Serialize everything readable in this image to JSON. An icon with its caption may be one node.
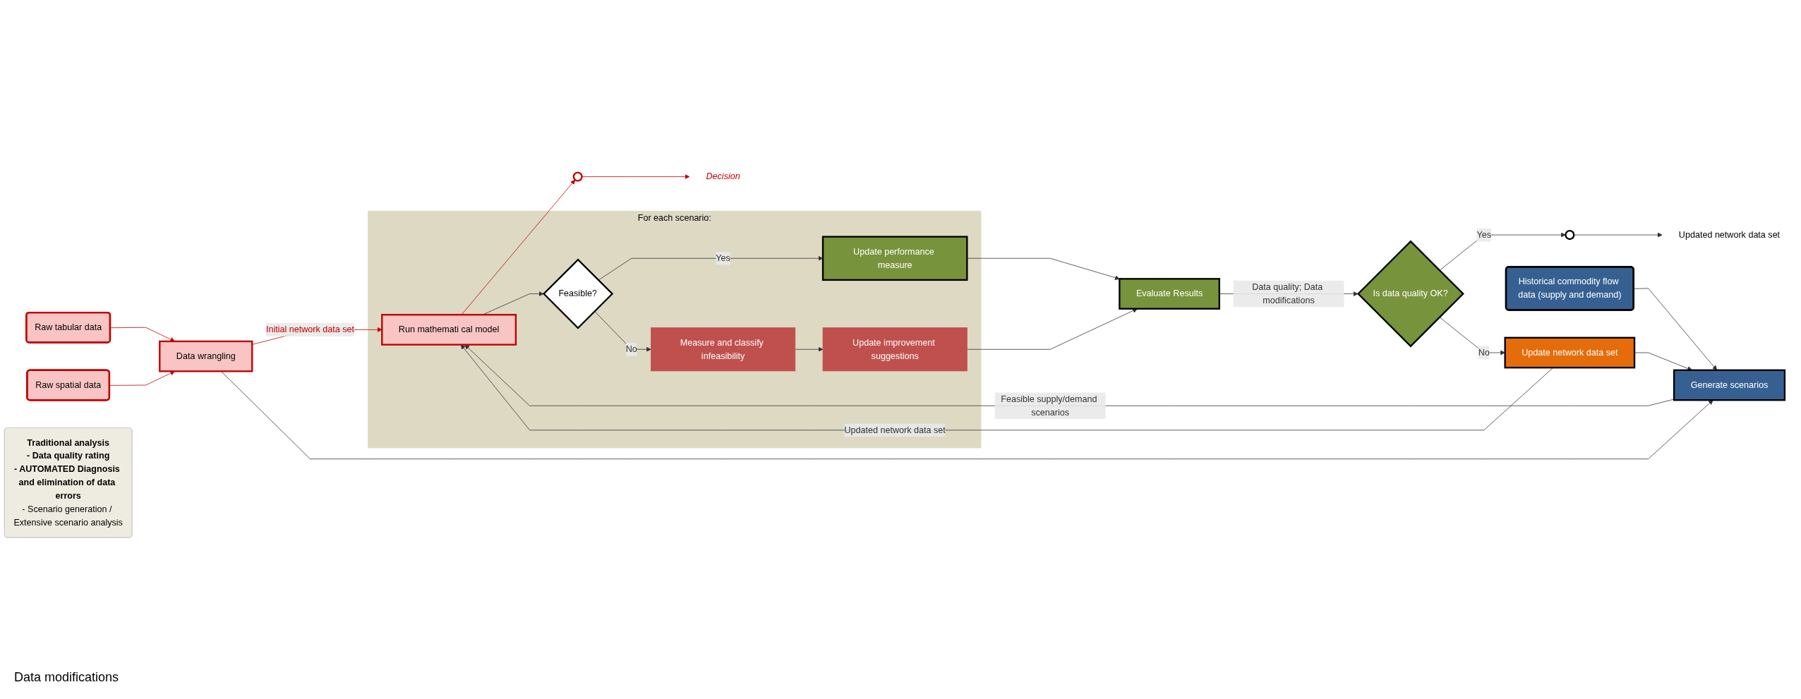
{
  "diagram": {
    "nodes": [
      {
        "text": [
          "Decision"
        ]
      },
      {
        "text": [
          "Data wrangling"
        ]
      },
      {
        "text": [
          "For each scenario:"
        ]
      },
      {
        "text": [
          "Run mathemati cal model"
        ],
        "in": 2
      },
      {
        "text": [],
        "shape": "circle"
      },
      {
        "text": [
          "Raw tabular data"
        ]
      },
      {
        "text": [
          "Feasible?"
        ],
        "in": 2
      },
      {
        "text": [
          "Update performance measure"
        ],
        "in": 2
      },
      {
        "text": [
          "Evaluate Results"
        ]
      },
      {
        "text": [
          "Raw spatial data"
        ]
      },
      {
        "text": [
          "Is data quality OK?"
        ]
      },
      {
        "text": [],
        "shape": "circle"
      },
      {
        "text": [
          "Measure and classify infeasibility"
        ],
        "in": 2
      },
      {
        "text": [
          "Update improvement suggestions"
        ],
        "in": 2
      },
      {
        "text": [
          "Historical commodity flow data (supply and demand)"
        ]
      },
      {
        "text": [
          "Generate scenarios"
        ]
      },
      {
        "text": [
          "Update network data set"
        ]
      },
      {
        "text": [
          "Updated network data set"
        ]
      },
      {
        "text": [
          "Traditional analysis",
          "- Data quality rating",
          "- AUTOMATED Diagnosis and elimination of data errors",
          "- Scenario generation / Extensive scenario analysis"
        ]
      }
    ],
    "edges": [
      {
        "from": 5,
        "to": 1,
        "arrow": "to",
        "color": "#c00000"
      },
      {
        "from": 9,
        "to": 1,
        "arrow": "to",
        "color": "#c00000"
      },
      {
        "from": 1,
        "to": 3,
        "arrow": "to",
        "label": "Initial network data set",
        "color": "#c00000"
      },
      {
        "from": 1,
        "to": 15,
        "arrow": "to"
      },
      {
        "from": 3,
        "to": 4,
        "arrow": "to",
        "color": "#c00000"
      },
      {
        "from": 4,
        "to": 0,
        "arrow": "to",
        "color": "#c00000"
      },
      {
        "from": 3,
        "to": 6,
        "arrow": "to"
      },
      {
        "from": 6,
        "to": 7,
        "arrow": "to",
        "label": "Yes"
      },
      {
        "from": 6,
        "to": 12,
        "arrow": "to",
        "label": "No"
      },
      {
        "from": 12,
        "to": 13,
        "arrow": "to"
      },
      {
        "from": 13,
        "to": 8,
        "arrow": "to"
      },
      {
        "from": 7,
        "to": 8,
        "arrow": "to"
      },
      {
        "from": 8,
        "to": 10,
        "arrow": "to",
        "label": "Data quality; Data modifications"
      },
      {
        "from": 10,
        "to": 11,
        "arrow": "to",
        "label": "Yes"
      },
      {
        "from": 11,
        "to": 17,
        "arrow": "to"
      },
      {
        "from": 10,
        "to": 16,
        "arrow": "to",
        "label": "No"
      },
      {
        "from": 14,
        "to": 15,
        "arrow": "to"
      },
      {
        "from": 16,
        "to": 15,
        "arrow": "to"
      },
      {
        "from": 16,
        "to": 3,
        "arrow": "to",
        "label": "Updated network data set"
      },
      {
        "from": 15,
        "to": 3,
        "arrow": "to",
        "label": "Feasible supply/demand scenarios"
      }
    ],
    "labels": [
      "Data modifications"
    ]
  }
}
